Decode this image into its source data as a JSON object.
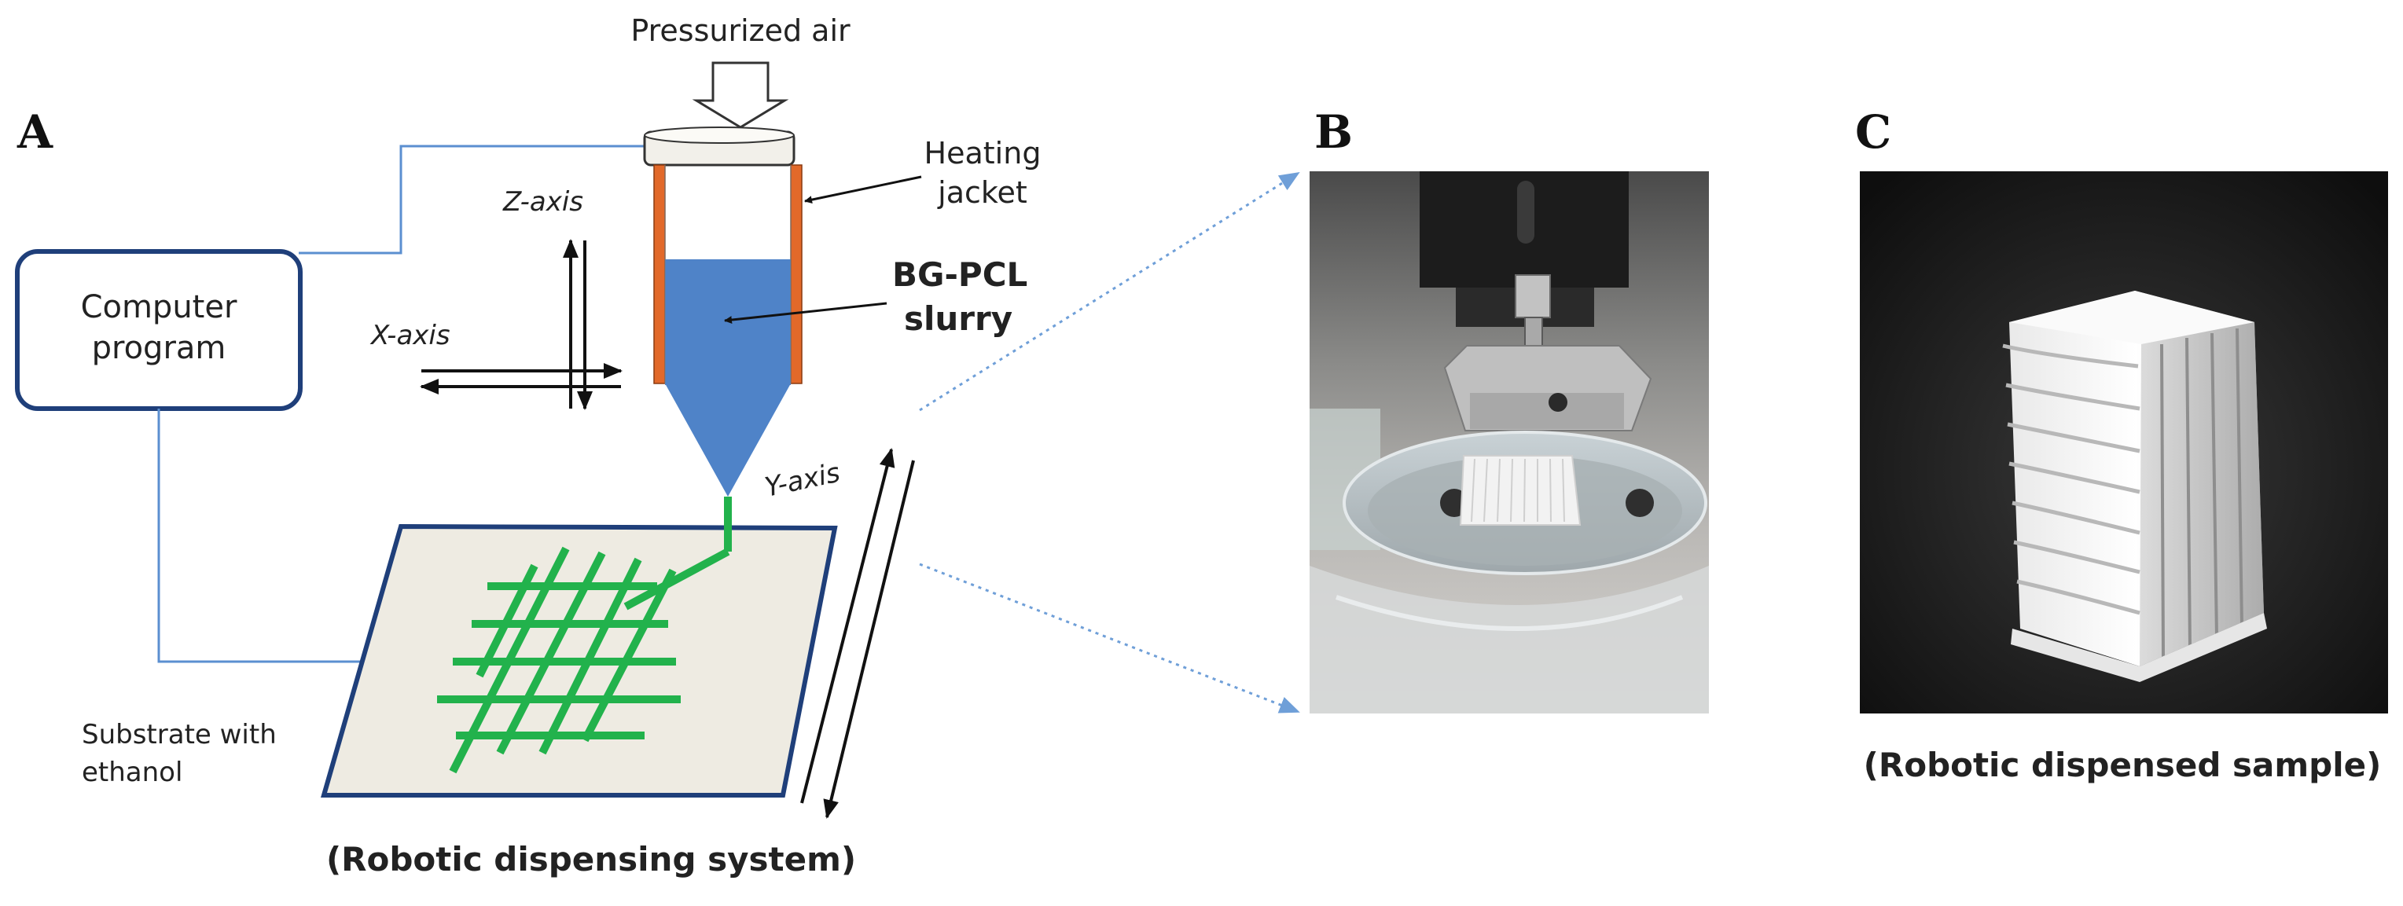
{
  "panels": {
    "a": {
      "letter": "A",
      "caption": "(Robotic dispensing system)"
    },
    "b": {
      "letter": "B"
    },
    "c": {
      "letter": "C",
      "caption": "(Robotic dispensed sample)"
    }
  },
  "labels": {
    "pressurized_air": "Pressurized air",
    "heating_jacket_line1": "Heating",
    "heating_jacket_line2": "jacket",
    "slurry_line1": "BG-PCL",
    "slurry_line2": "slurry",
    "computer_line1": "Computer",
    "computer_line2": "program",
    "substrate_line1": "Substrate with",
    "substrate_line2": "ethanol",
    "z_axis": "Z-axis",
    "x_axis": "X-axis",
    "y_axis": "Y-axis"
  },
  "colors": {
    "program_box_border": "#1f3f7a",
    "connector_line": "#5b8fd0",
    "heating_jacket": "#e2692a",
    "slurry": "#4f83c8",
    "deposited_filament": "#22b24c",
    "substrate_fill": "#eeebe2",
    "substrate_border": "#1f3f7a",
    "zoom_guide": "#6f9fd8"
  }
}
